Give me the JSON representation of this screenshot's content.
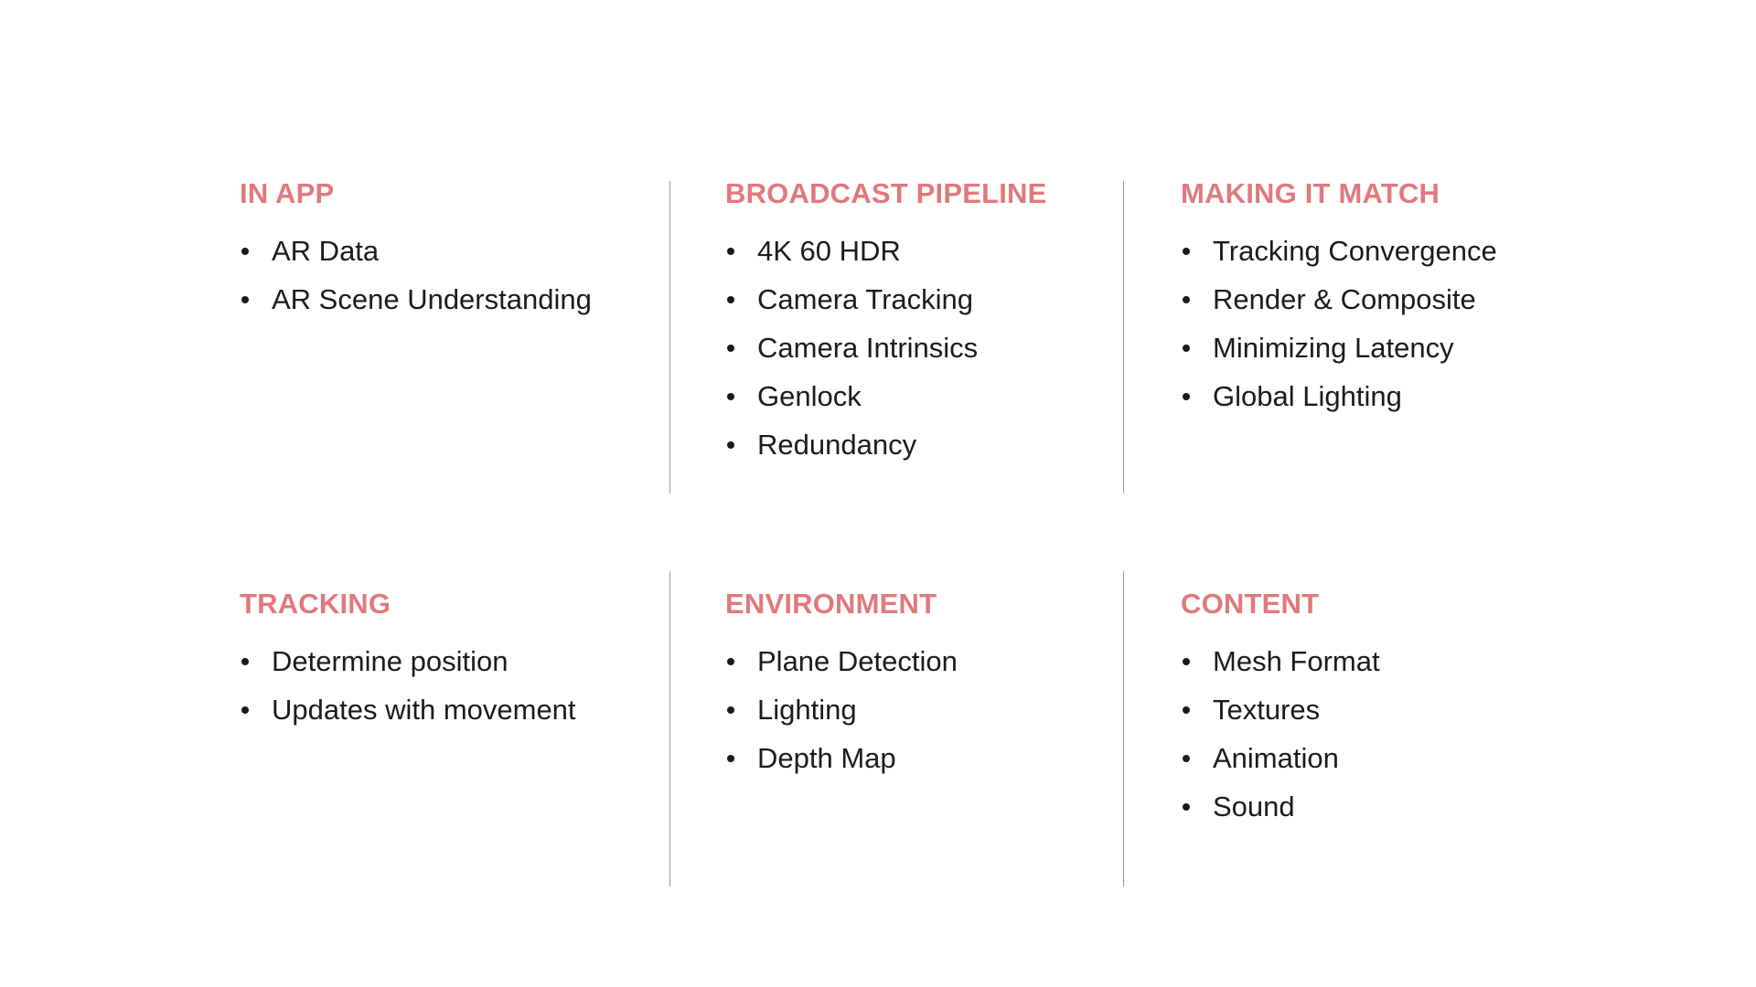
{
  "theme": {
    "background": "#ffffff",
    "heading_color": "#e0797d",
    "body_color": "#1b1b1b",
    "divider_color": "#9a9a9a"
  },
  "panels": [
    {
      "id": "in-app",
      "heading": "IN APP",
      "items": [
        "AR Data",
        "AR Scene Understanding"
      ]
    },
    {
      "id": "broadcast-pipeline",
      "heading": "BROADCAST PIPELINE",
      "items": [
        "4K 60 HDR",
        "Camera Tracking",
        "Camera Intrinsics",
        "Genlock",
        "Redundancy"
      ]
    },
    {
      "id": "making-it-match",
      "heading": "MAKING IT MATCH",
      "items": [
        "Tracking Convergence",
        "Render & Composite",
        "Minimizing Latency",
        "Global Lighting"
      ]
    },
    {
      "id": "tracking",
      "heading": "TRACKING",
      "items": [
        "Determine position",
        "Updates with movement"
      ]
    },
    {
      "id": "environment",
      "heading": "ENVIRONMENT",
      "items": [
        "Plane Detection",
        "Lighting",
        "Depth Map"
      ]
    },
    {
      "id": "content",
      "heading": "CONTENT",
      "items": [
        "Mesh Format",
        "Textures",
        "Animation",
        "Sound"
      ]
    }
  ]
}
